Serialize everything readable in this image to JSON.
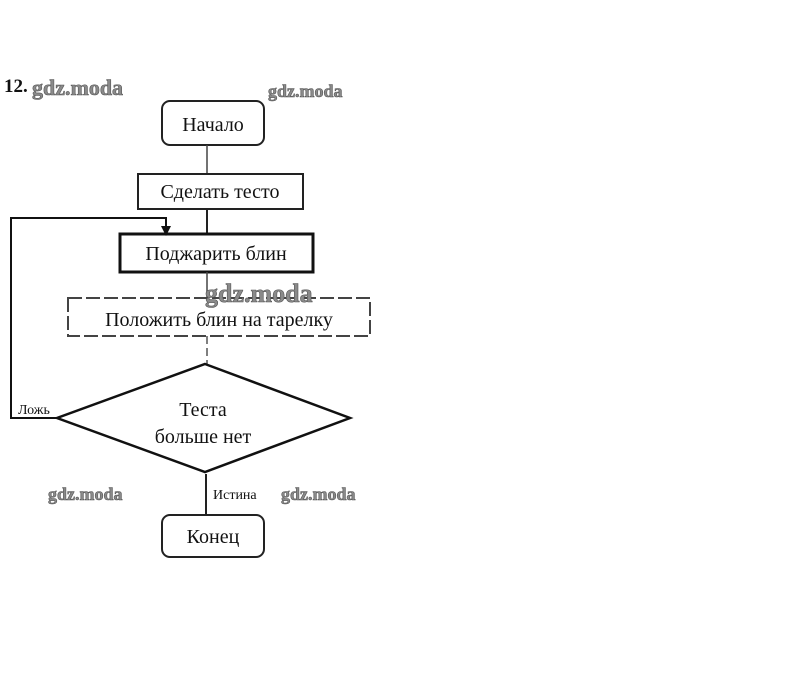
{
  "problem_number": "12.",
  "watermark": "gdz.moda",
  "flowchart": {
    "start": "Начало",
    "step1": "Сделать тесто",
    "step2": "Поджарить блин",
    "step3": "Положить блин на тарелку",
    "decision_line1": "Теста",
    "decision_line2": "больше нет",
    "false_label": "Ложь",
    "true_label": "Истина",
    "end": "Конец"
  }
}
